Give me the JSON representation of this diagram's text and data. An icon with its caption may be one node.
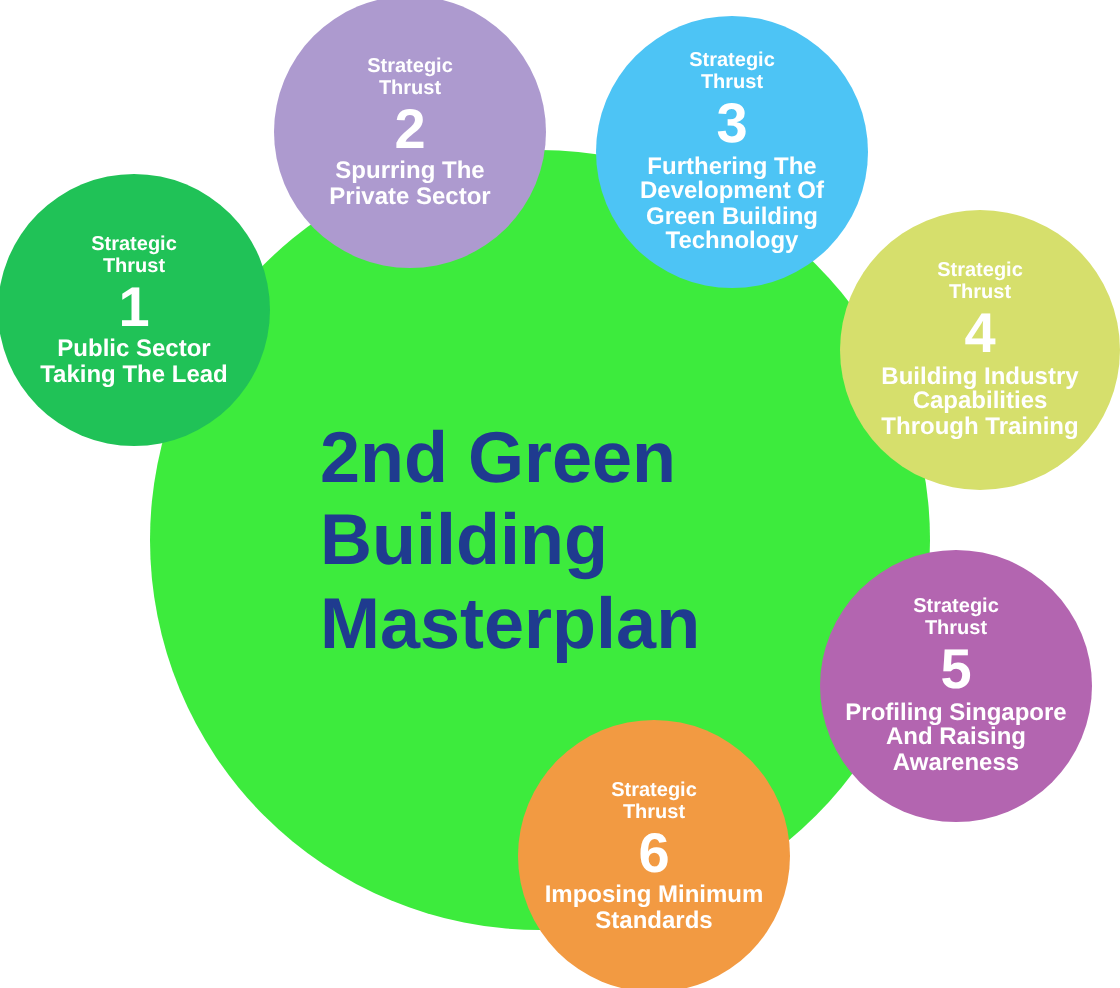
{
  "diagram": {
    "nodes": [
      {
        "text": [
          "2nd Green Building Masterplan"
        ]
      },
      {
        "text": [
          "Strategic Thrust",
          "1",
          "Public Sector Taking The Lead"
        ]
      },
      {
        "text": [
          "Strategic Thrust",
          "2",
          "Spurring The Private Sector"
        ]
      },
      {
        "text": [
          "Strategic Thrust",
          "3",
          "Furthering The Development Of Green Building Technology"
        ]
      },
      {
        "text": [
          "Strategic Thrust",
          "4",
          "Building Industry Capabilities Through Training"
        ]
      },
      {
        "text": [
          "Strategic Thrust",
          "5",
          "Profiling Singapore And Raising Awareness"
        ]
      },
      {
        "text": [
          "Strategic Thrust",
          "6",
          "Imposing Minimum Standards"
        ]
      }
    ]
  }
}
